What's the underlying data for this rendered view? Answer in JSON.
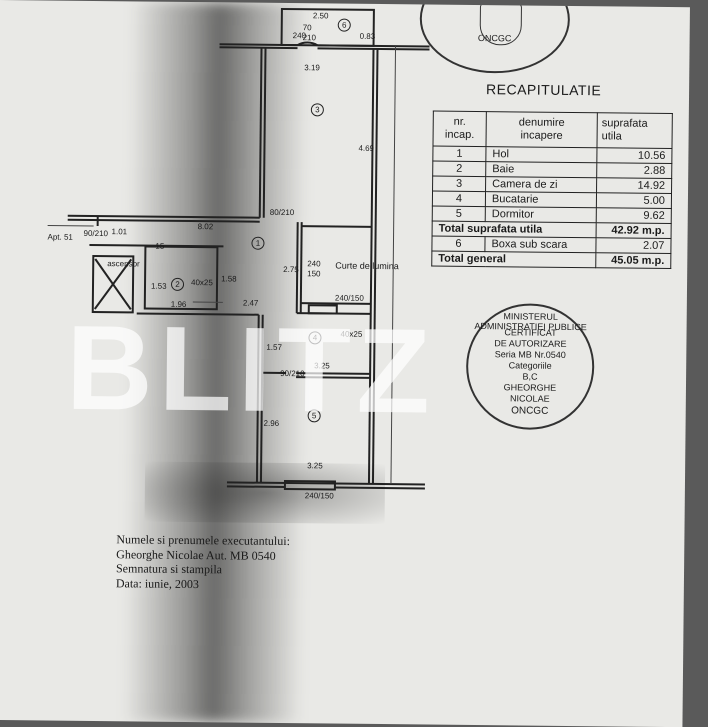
{
  "plan": {
    "dims": {
      "d250": "2.50",
      "d70": "70",
      "d210a": "210",
      "d240": "240",
      "d083": "0.83",
      "d319": "3.19",
      "d469": "4.69",
      "d802": "8.02",
      "d80210": "80/210",
      "apt": "Apt. 51",
      "d90210": "90/210",
      "d101": "1.01",
      "d15": "15",
      "d4025": "40x25",
      "d158": "1.58",
      "d153": "1.53",
      "d196": "1.96",
      "d247": "2.47",
      "d275": "2.75",
      "d240b": "240",
      "d150": "150",
      "d240c": "240/150",
      "d4025b": "40x25",
      "d157": "1.57",
      "d90210b": "90/210",
      "d325a": "3.25",
      "d296": "2.96",
      "d325b": "3.25",
      "d240150": "240/150"
    },
    "rooms": {
      "r1": "1",
      "r2": "2",
      "r3": "3",
      "r4": "4",
      "r5": "5",
      "r6": "6"
    },
    "labels": {
      "ascensor": "ascensor",
      "courtyard": "Curte de lumina"
    }
  },
  "stamp_top": {
    "text": "ONCGC"
  },
  "recap": {
    "title": "RECAPITULATIE",
    "headers": [
      "nr.",
      "denumire",
      "suprafata"
    ],
    "headers_line2": [
      "incap.",
      "incapere",
      "utila"
    ],
    "rows": [
      {
        "nr": "1",
        "name": "Hol",
        "area": "10.56"
      },
      {
        "nr": "2",
        "name": "Baie",
        "area": "2.88"
      },
      {
        "nr": "3",
        "name": "Camera de zi",
        "area": "14.92"
      },
      {
        "nr": "4",
        "name": "Bucatarie",
        "area": "5.00"
      },
      {
        "nr": "5",
        "name": "Dormitor",
        "area": "9.62"
      },
      {
        "nr": "6",
        "name": "Boxa sub scara",
        "area": "2.07"
      }
    ],
    "total_util": {
      "label": "Total suprafata utila",
      "area": "42.92 m.p."
    },
    "total_general": {
      "label": "Total general",
      "area": "45.05 m.p."
    }
  },
  "stamp_auth": {
    "ring": "MINISTERUL ADMINISTRATIEI PUBLICE",
    "line1": "CERTIFICAT",
    "line2": "DE AUTORIZARE",
    "line3": "Seria MB Nr.0540",
    "line4": "Categoriile",
    "line5": "B,C",
    "line6": "GHEORGHE",
    "line7": "NICOLAE",
    "bottom": "ONCGC"
  },
  "executor": {
    "line1": "Numele si prenumele executantului:",
    "line2": "Gheorghe Nicolae   Aut. MB 0540",
    "line3": "Semnatura si stampila",
    "line4": "Data: iunie, 2003"
  },
  "watermark": "BLITZ"
}
